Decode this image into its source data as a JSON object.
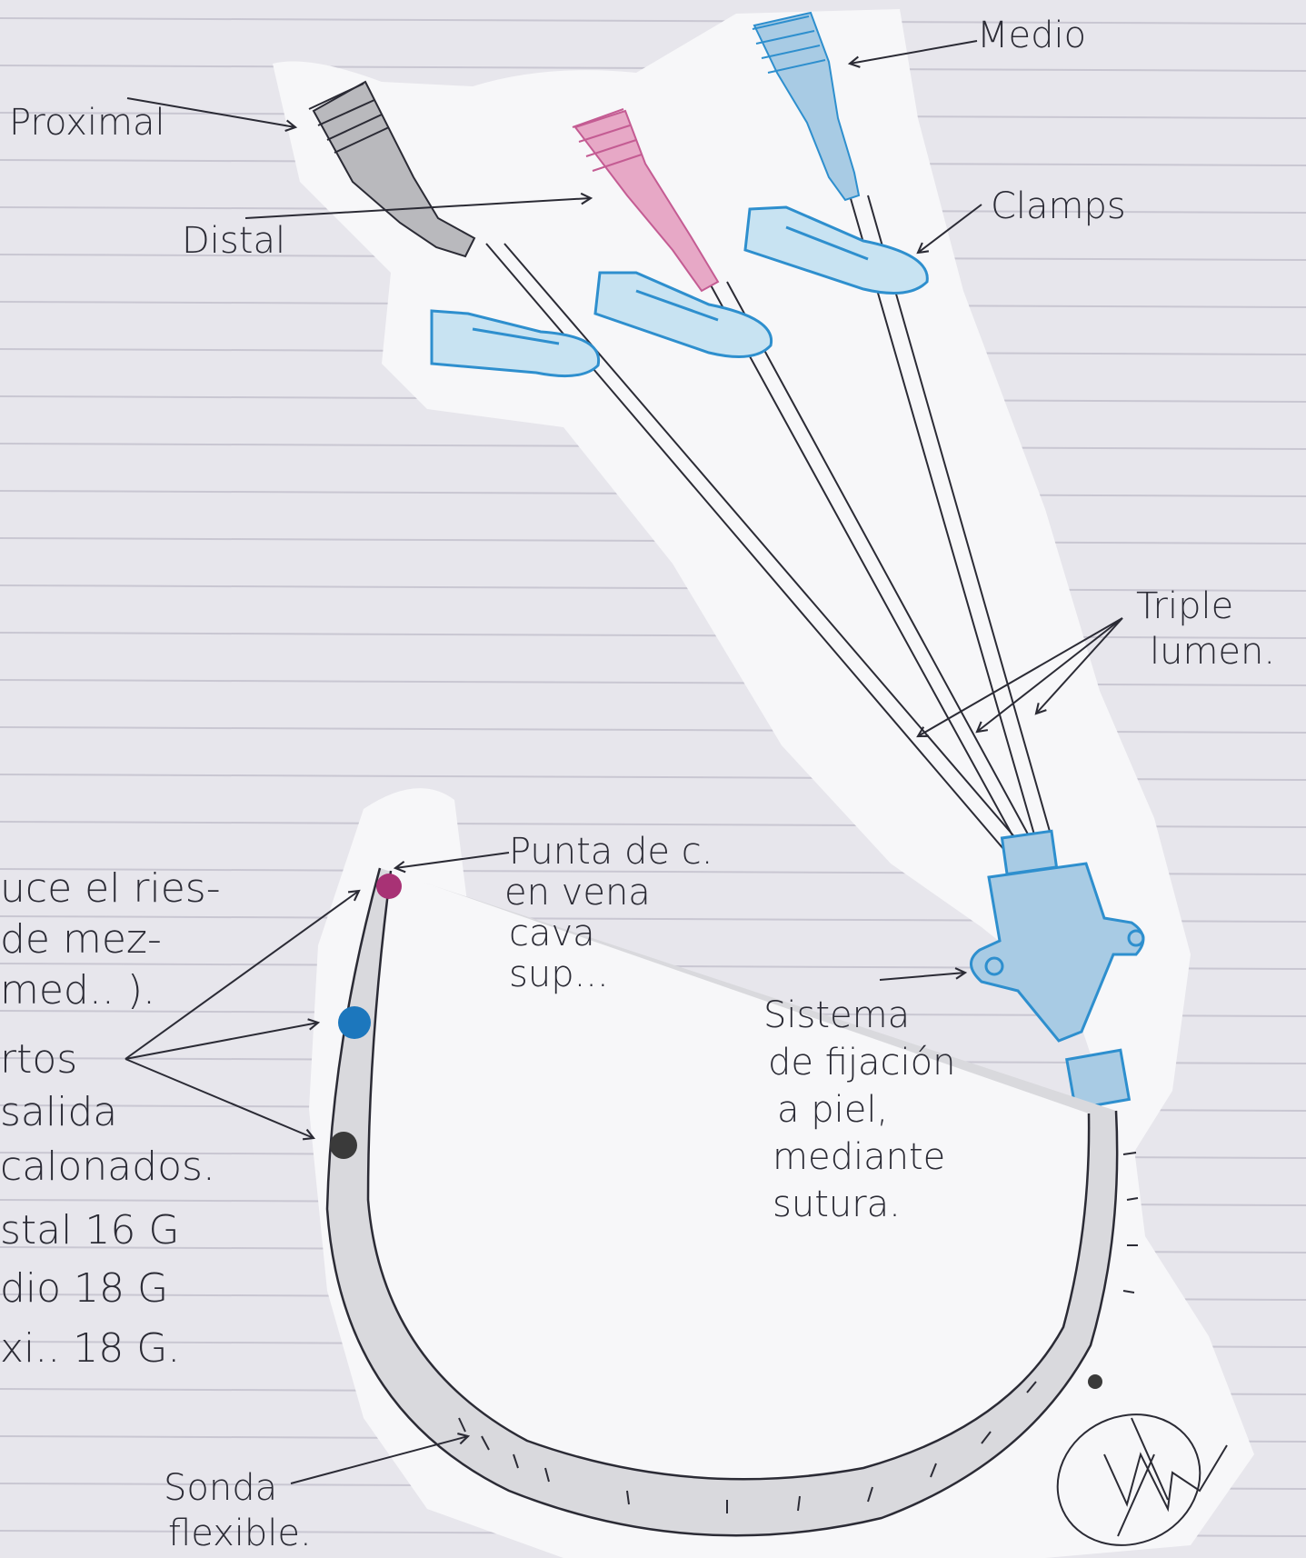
{
  "colors": {
    "paper": "#e7e6ec",
    "ruled_line": "#c9c7d2",
    "cutout": "#f7f7f9",
    "ink": "#2b2b35",
    "gray_hub": "#b9b9bd",
    "pink_hub": "#e7a8c6",
    "pink_ink": "#c45c93",
    "blue_hub": "#a8cbe4",
    "blue_ink": "#2e8fce",
    "clamp_fill": "#c8e3f2",
    "port_pink": "#a83275",
    "port_blue": "#1c77bd",
    "port_black": "#3a3a3a"
  },
  "labels": {
    "proximal": "Proximal",
    "distal": "Distal",
    "medio": "Medio",
    "clamps": "Clamps",
    "triple": "Triple",
    "lumen": "lumen.",
    "punta_1": "Punta de c.",
    "punta_2": "en vena",
    "punta_3": "cava",
    "punta_4": "sup...",
    "sistema_1": "Sistema",
    "sistema_2": "de fijación",
    "sistema_3": "a piel,",
    "sistema_4": "mediante",
    "sistema_5": "sutura.",
    "sonda_1": "Sonda",
    "sonda_2": "flexible."
  },
  "side_notes": [
    "uce el ries-",
    "de mez-",
    "med.. ).",
    "rtos",
    "salida",
    "calonados.",
    "stal 16 G",
    "dio 18 G",
    "xi.. 18 G."
  ]
}
